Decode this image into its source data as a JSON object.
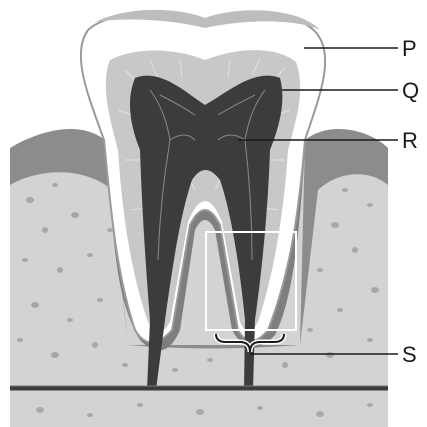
{
  "labels": {
    "p": "P",
    "q": "Q",
    "r": "R",
    "s": "S"
  },
  "colors": {
    "bone": "#d2d2d2",
    "gum": "#8c8c8c",
    "enamel": "#ffffff",
    "dentin": "#c8c8c8",
    "pulp": "#3c3c3c",
    "line": "#1a1a1a"
  }
}
